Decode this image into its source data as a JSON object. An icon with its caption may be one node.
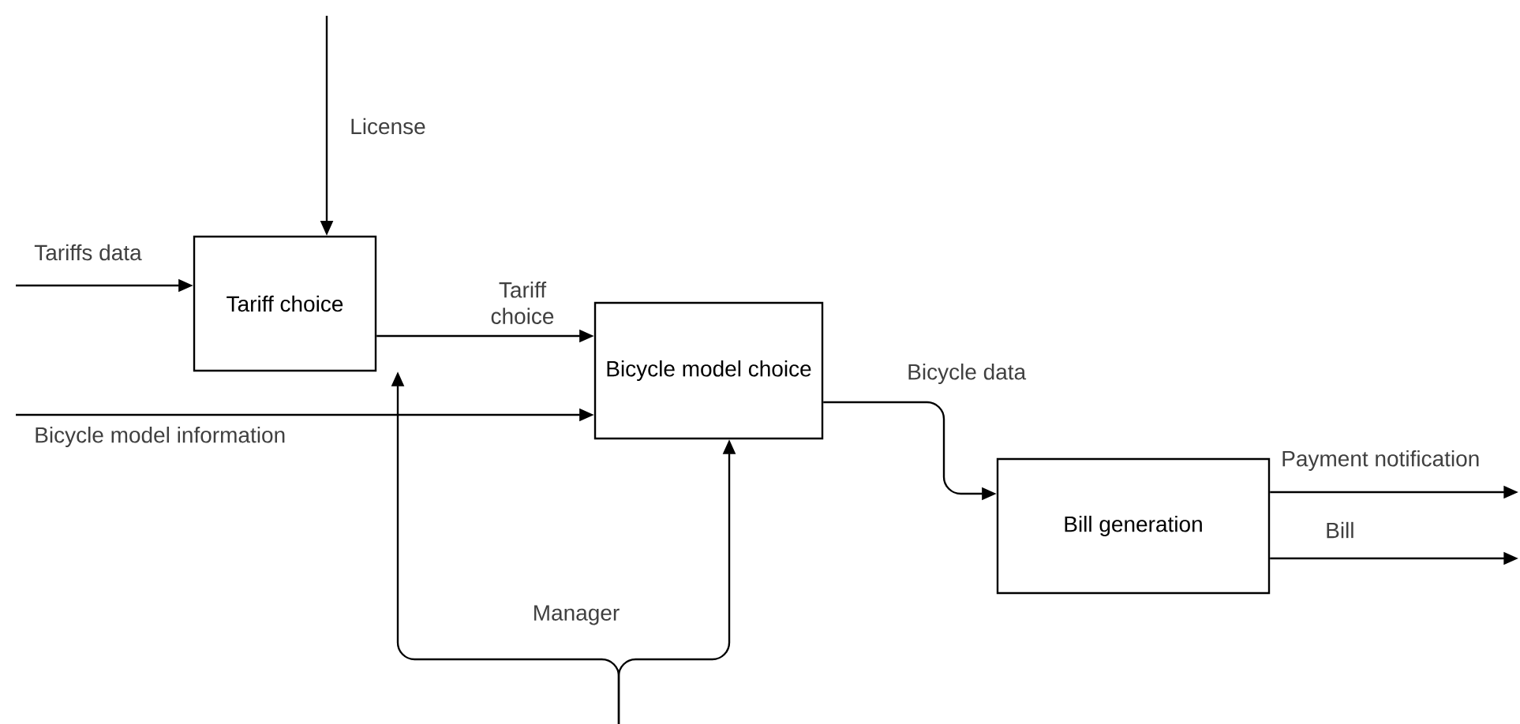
{
  "diagram": {
    "nodes": [
      {
        "text": [
          "Tariff choice"
        ]
      },
      {
        "text": [
          "Bicycle model choice"
        ]
      },
      {
        "text": [
          "Bill generation"
        ]
      }
    ],
    "edges": [
      {
        "from": null,
        "to": 0,
        "arrow": "to",
        "label": "License"
      },
      {
        "from": null,
        "to": 0,
        "arrow": "to",
        "label": "Tariffs data"
      },
      {
        "from": 0,
        "to": 1,
        "arrow": "to",
        "label": "Tariff choice"
      },
      {
        "from": null,
        "to": 1,
        "arrow": "to",
        "label": "Bicycle model information"
      },
      {
        "from": 1,
        "to": 2,
        "arrow": "to",
        "label": "Bicycle data"
      },
      {
        "from": 2,
        "to": null,
        "arrow": "to",
        "label": "Payment notification"
      },
      {
        "from": 2,
        "to": null,
        "arrow": "to",
        "label": "Bill"
      },
      {
        "from": null,
        "to": 0,
        "arrow": "to",
        "label": "Manager"
      },
      {
        "from": null,
        "to": 1,
        "arrow": "to"
      }
    ]
  }
}
